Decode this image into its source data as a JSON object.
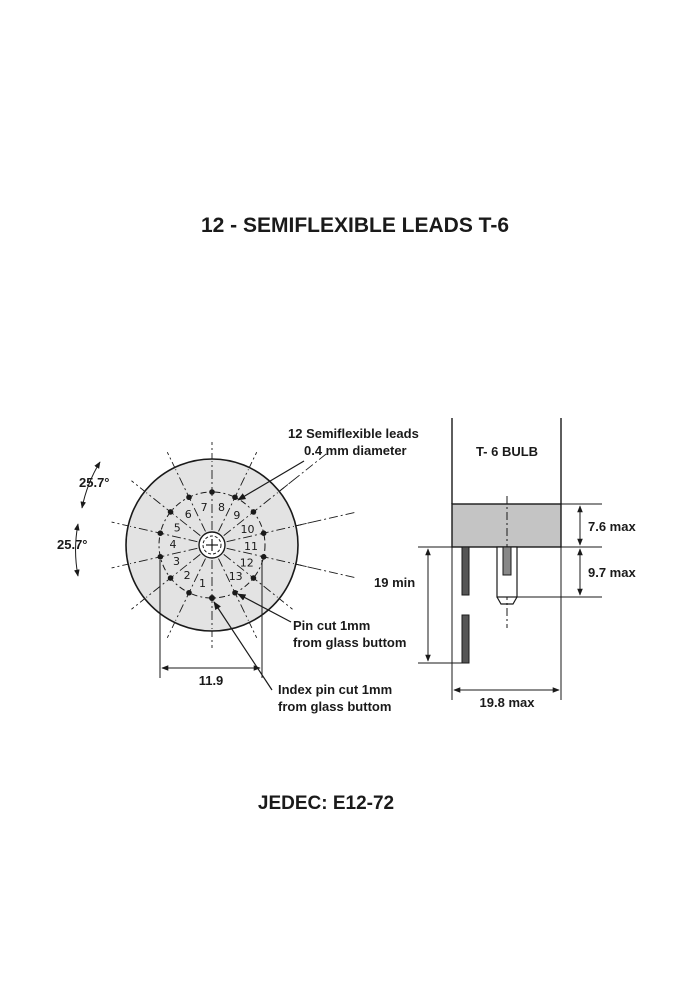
{
  "title": "12 - SEMIFLEXIBLE LEADS T-6",
  "footer": "JEDEC: E12-72",
  "base_view": {
    "pin_numbers": [
      "1",
      "2",
      "3",
      "4",
      "5",
      "6",
      "7",
      "8",
      "9",
      "10",
      "11",
      "12",
      "13"
    ],
    "angle_label_top": "25.7°",
    "angle_label_bottom": "25.7°",
    "width_label": "11.9",
    "leads_label_line1": "12 Semiflexible leads",
    "leads_label_line2": "0.4 mm diameter",
    "pin_cut_line1": "Pin cut 1mm",
    "pin_cut_line2": "from glass buttom",
    "index_pin_line1": "Index pin cut 1mm",
    "index_pin_line2": "from glass buttom"
  },
  "side_view": {
    "bulb_label": "T- 6 BULB",
    "dim_top": "7.6 max",
    "dim_mid": "9.7 max",
    "dim_lead": "19 min",
    "dim_width": "19.8 max"
  },
  "colors": {
    "ink": "#1a1a1a",
    "disc_fill": "#e3e3e3",
    "stem_fill": "#c4c4c4"
  }
}
